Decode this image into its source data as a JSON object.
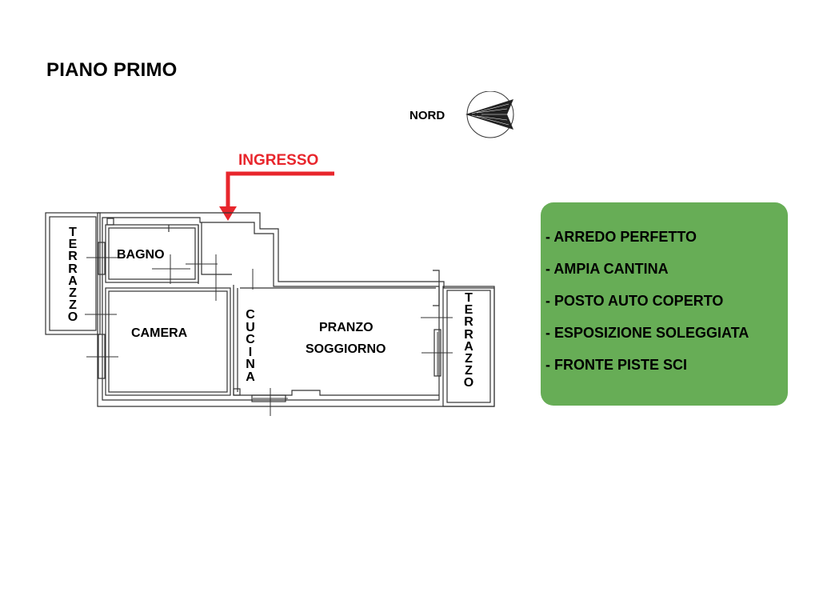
{
  "title": "PIANO PRIMO",
  "compass": {
    "label": "NORD",
    "icon": "north-arrow-icon"
  },
  "entrance": {
    "label": "INGRESSO",
    "color": "#e8262c"
  },
  "rooms": {
    "terrazzo_left": "TERRAZZO",
    "bagno": "BAGNO",
    "camera": "CAMERA",
    "cucina": "CUCINA",
    "pranzo": "PRANZO",
    "soggiorno": "SOGGIORNO",
    "terrazzo_right": "TERRAZZO"
  },
  "features": {
    "background_color": "#67ad56",
    "items": [
      "- ARREDO PERFETTO",
      "- AMPIA CANTINA",
      "- POSTO AUTO COPERTO",
      "- ESPOSIZIONE SOLEGGIATA",
      "- FRONTE PISTE SCI"
    ]
  }
}
